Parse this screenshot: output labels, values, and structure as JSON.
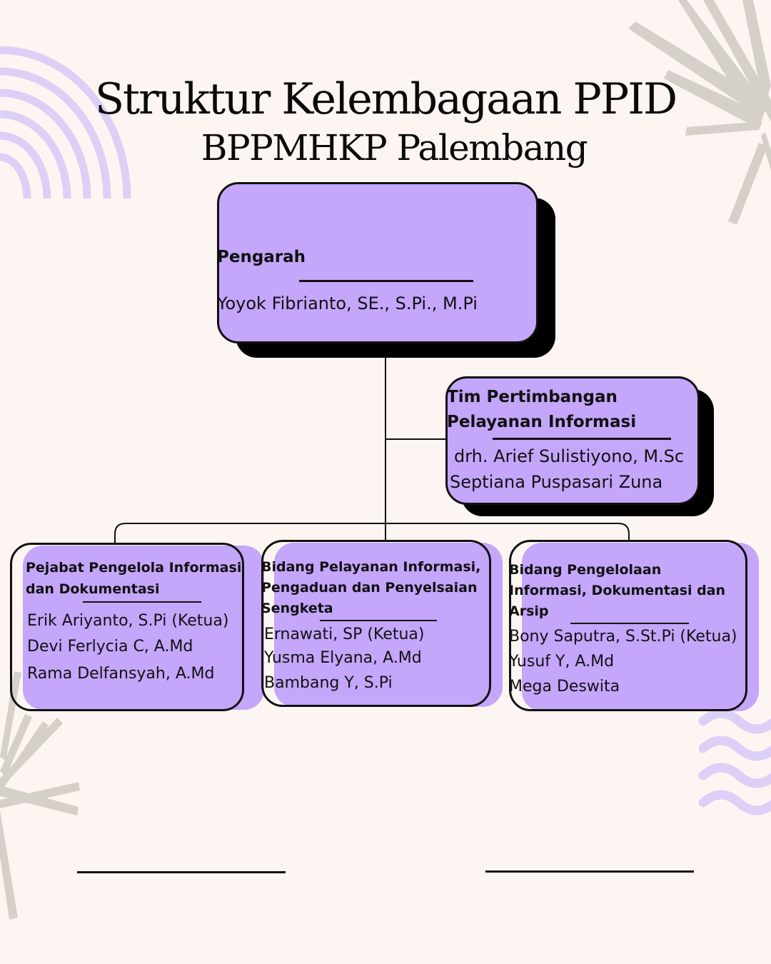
{
  "title": {
    "line1": "Struktur Kelembagaan PPID",
    "line2": "BPPMHKP Palembang"
  },
  "pengarah": {
    "heading": "Pengarah",
    "person": "Yoyok Fibrianto, SE., S.Pi., M.Pi"
  },
  "tim_pertimbangan": {
    "heading_line1": "Tim Pertimbangan",
    "heading_line2": "Pelayanan Informasi",
    "members": [
      "drh. Arief Sulistiyono, M.Sc",
      "Septiana Puspasari Zuna"
    ]
  },
  "units": [
    {
      "heading_line1": "Pejabat Pengelola Informasi",
      "heading_line2": "dan Dokumentasi",
      "heading_line3": "",
      "members": [
        "Erik Ariyanto, S.Pi (Ketua)",
        "Devi Ferlycia C, A.Md",
        "Rama Delfansyah, A.Md"
      ]
    },
    {
      "heading_line1": "Bidang Pelayanan Informasi,",
      "heading_line2": "Pengaduan dan Penyelsaian",
      "heading_line3": "Sengketa",
      "members": [
        "Ernawati, SP (Ketua)",
        "Yusma Elyana, A.Md",
        "Bambang Y, S.Pi"
      ]
    },
    {
      "heading_line1": "Bidang Pengelolaan",
      "heading_line2": "Informasi, Dokumentasi dan",
      "heading_line3": "Arsip",
      "members": [
        "Bony Saputra, S.St.Pi (Ketua)",
        "Yusuf Y, A.Md",
        "Mega Deswita"
      ]
    }
  ],
  "colors": {
    "background": "#fdf5f1",
    "box_fill": "#c4a6fb",
    "decoration_lavender": "#ddd0f7",
    "decoration_grey": "#d6d0cb"
  }
}
